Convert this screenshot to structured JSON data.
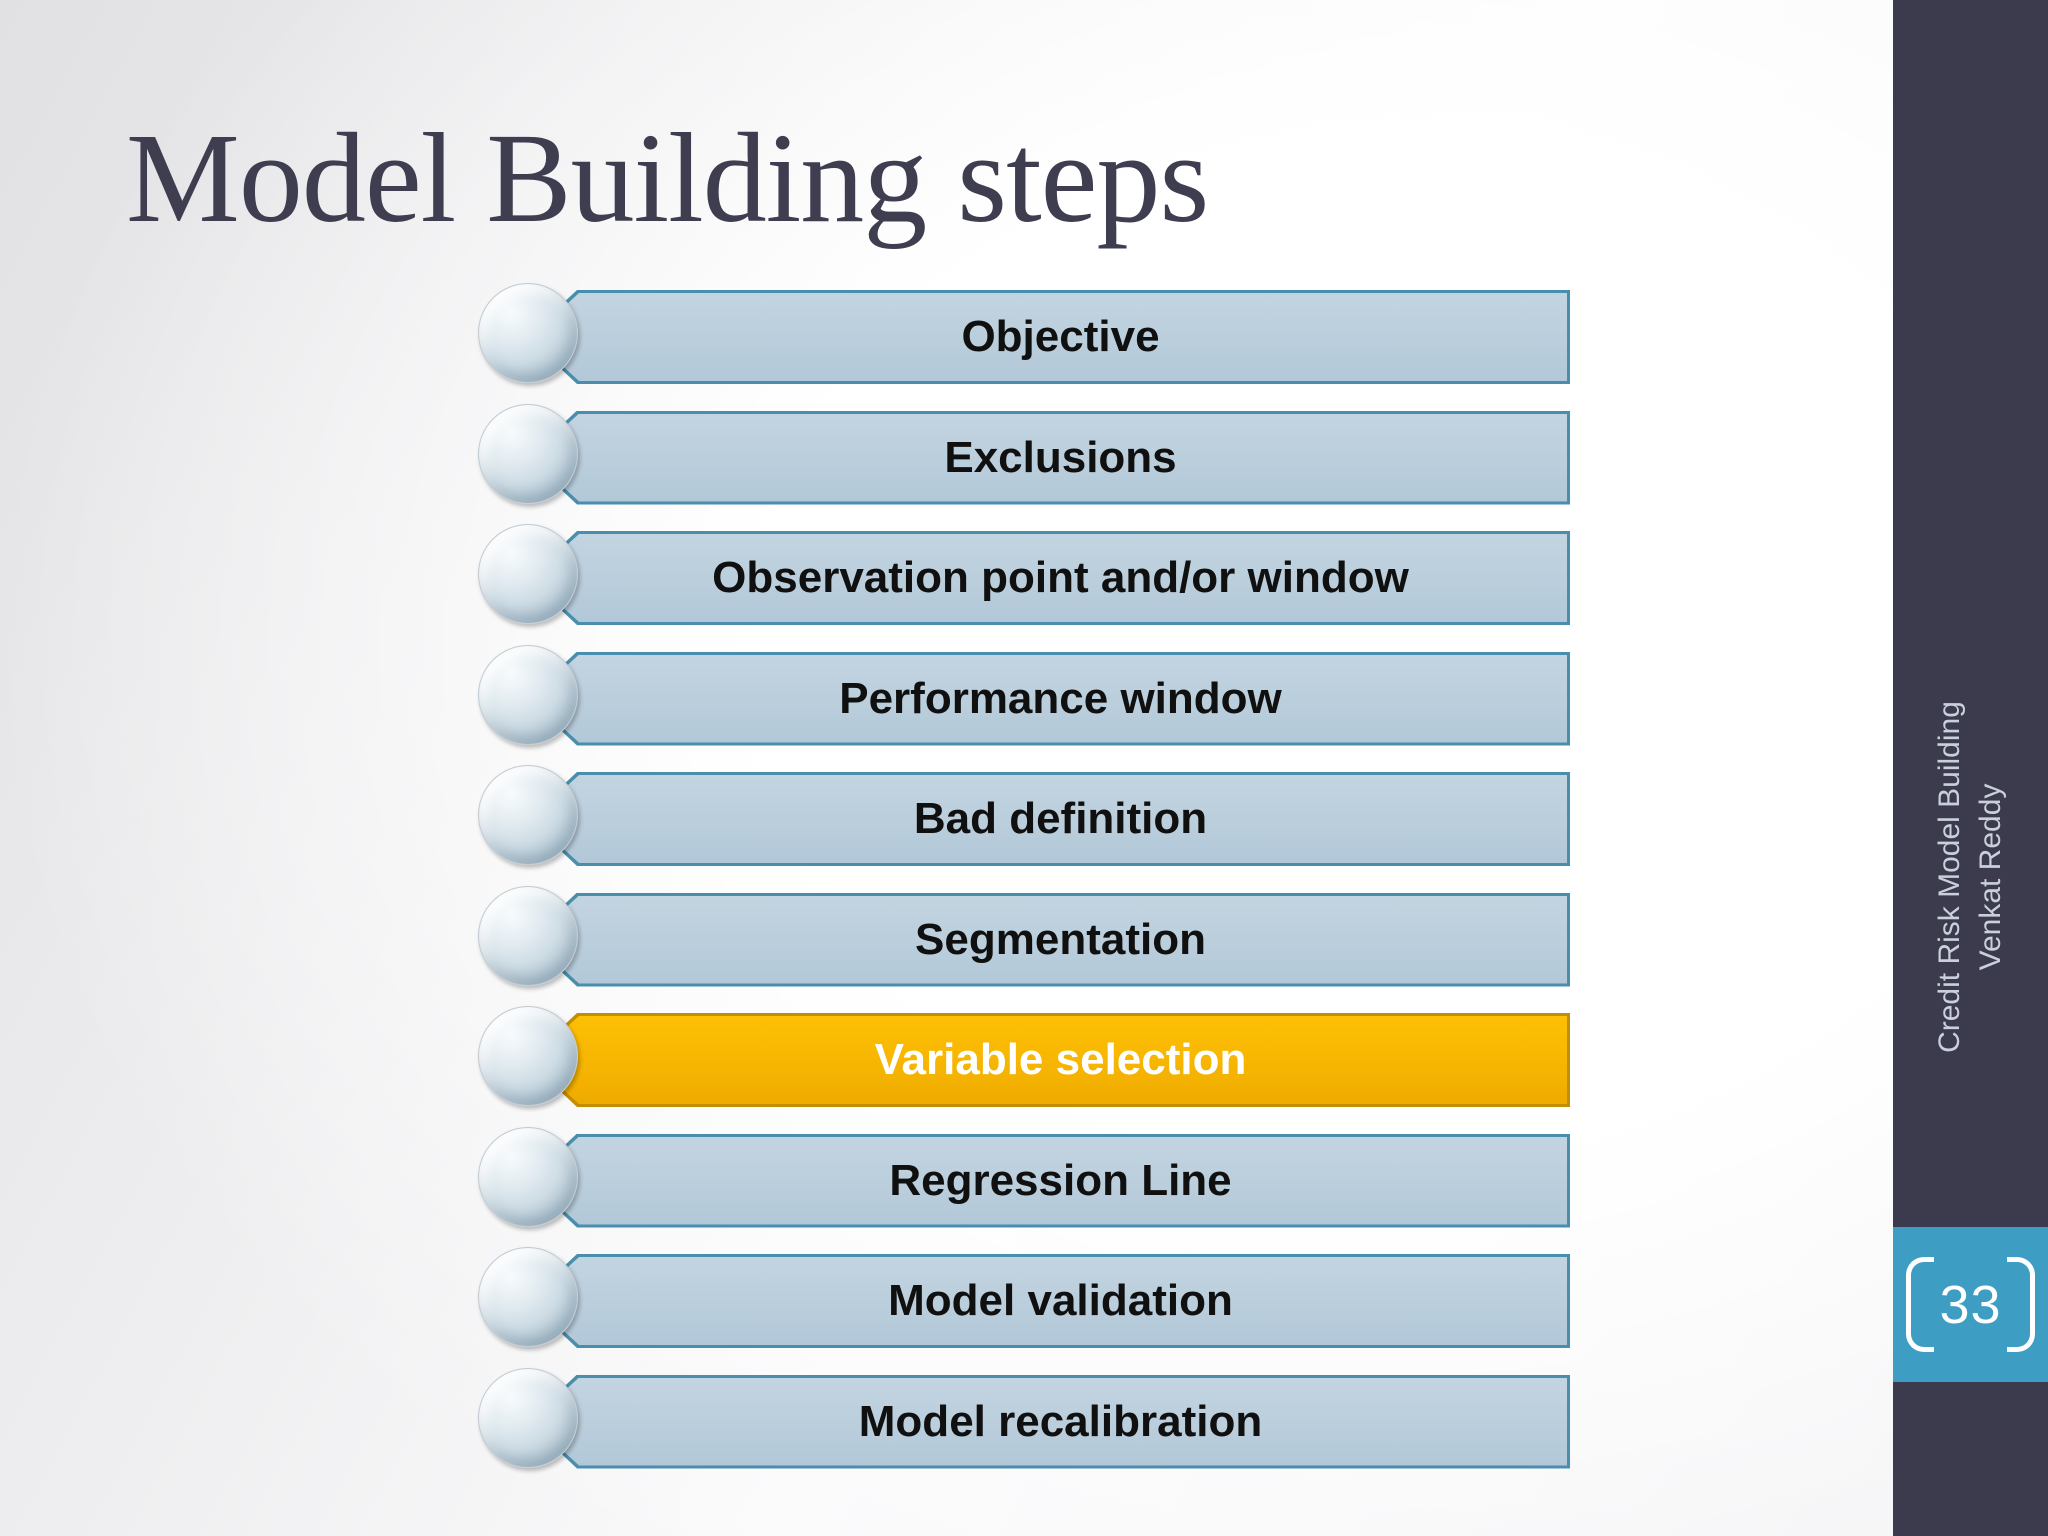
{
  "slide": {
    "title": "Model Building steps"
  },
  "steps": [
    {
      "label": "Objective",
      "highlighted": false
    },
    {
      "label": "Exclusions",
      "highlighted": false
    },
    {
      "label": "Observation point and/or window",
      "highlighted": false
    },
    {
      "label": "Performance window",
      "highlighted": false
    },
    {
      "label": "Bad definition",
      "highlighted": false
    },
    {
      "label": "Segmentation",
      "highlighted": false
    },
    {
      "label": "Variable selection",
      "highlighted": true
    },
    {
      "label": "Regression Line",
      "highlighted": false
    },
    {
      "label": "Model validation",
      "highlighted": false
    },
    {
      "label": "Model recalibration",
      "highlighted": false
    }
  ],
  "sidebar": {
    "course_title": "Credit Risk Model Building",
    "author": "Venkat Reddy",
    "page_number": "33"
  },
  "colors": {
    "bar_fill": "#BCCFDD",
    "bar_border": "#4A8EAD",
    "highlight_fill": "#F7B502",
    "highlight_border": "#C28E02",
    "sidebar_bg": "#3B3B4D",
    "sidebar_text": "#C9CFDB",
    "page_box_bg": "#3D9DC2",
    "title_text": "#3E3E50",
    "bullet_fill": "#CCDBE4"
  }
}
